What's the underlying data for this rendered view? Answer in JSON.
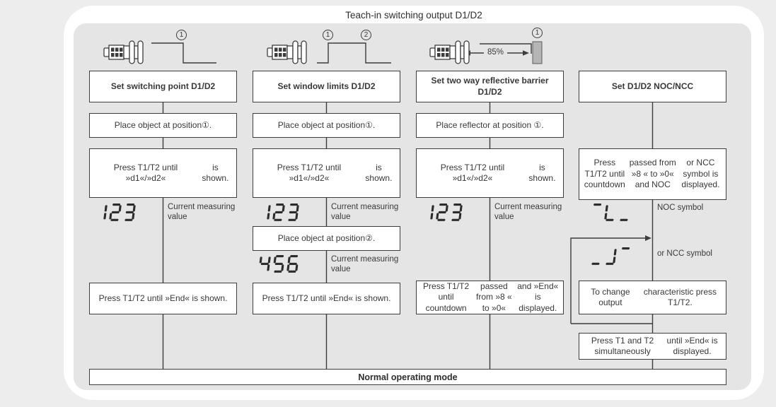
{
  "title": "Teach-in switching output D1/D2",
  "footer": "Normal operating mode",
  "labels": {
    "current_value": "Current measuring value",
    "noc_symbol": "NOC symbol",
    "ncc_symbol": "or NCC symbol",
    "distance_pct": "85%"
  },
  "markers": {
    "m1": "1",
    "m2": "2"
  },
  "displays": {
    "col1": "123",
    "col2a": "123",
    "col2b": "456",
    "col3": "123",
    "col4a": "NOC",
    "col4b": "NCC"
  },
  "columns": [
    {
      "header": "Set switching point D1/D2",
      "place": "Place object at position①.",
      "press_lines": [
        "Press T1/T2 until »d1«/»d2«",
        "is shown."
      ],
      "end": "Press T1/T2 until »End« is shown."
    },
    {
      "header": "Set window limits D1/D2",
      "place": "Place object at position①.",
      "press_lines": [
        "Press T1/T2 until »d1«/»d2«",
        "is shown."
      ],
      "place2": "Place object at position②.",
      "end": "Press T1/T2 until »End« is shown."
    },
    {
      "header": "Set two way reflective barrier D1/D2",
      "place": "Place reflector at position ①.",
      "press_lines": [
        "Press T1/T2 until »d1«/»d2«",
        "is shown."
      ],
      "end_lines": [
        "Press T1/T2 until countdown",
        "passed from »8 « to »0«",
        "and »End« is displayed."
      ]
    },
    {
      "header": "Set D1/D2 NOC/NCC",
      "press_lines": [
        "Press T1/T2 until countdown",
        "passed from »8 « to »0« and NOC",
        "or NCC symbol is displayed."
      ],
      "change_lines": [
        "To change output",
        "characteristic press T1/T2."
      ],
      "end_lines": [
        "Press T1 and T2 simultaneously",
        "until »End« is displayed."
      ]
    }
  ]
}
